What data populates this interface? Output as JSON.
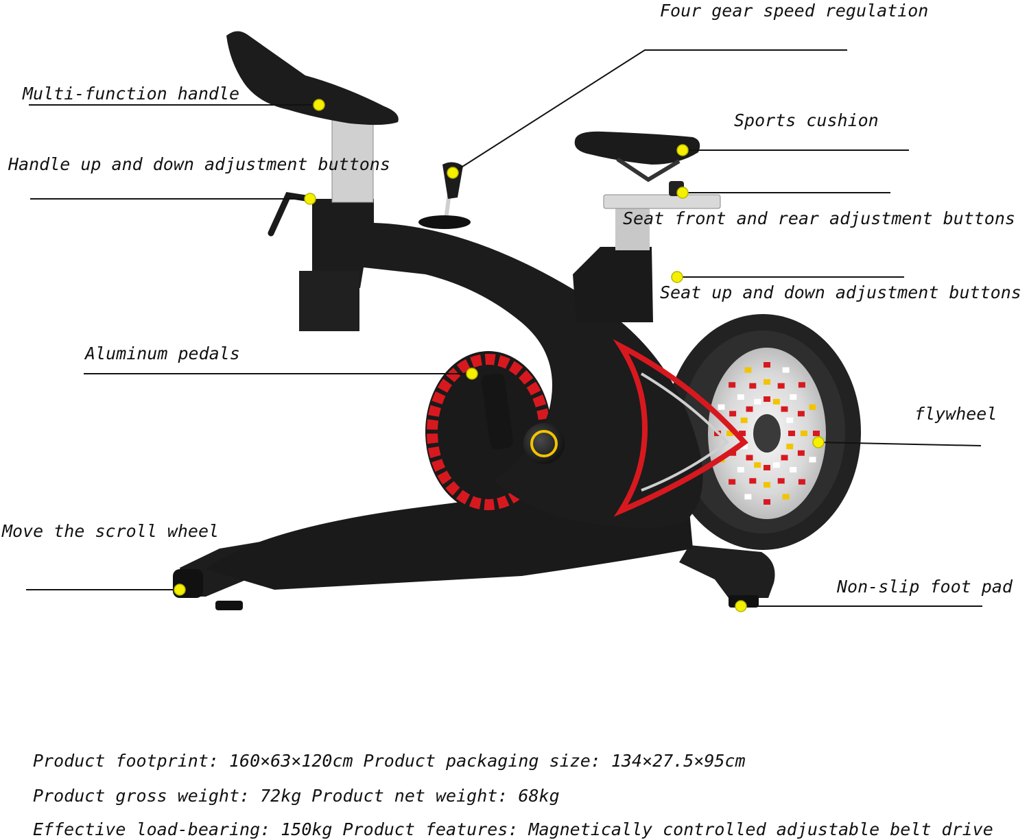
{
  "labels": {
    "four_gear": "Four gear speed regulation",
    "multi_function_handle": "Multi-function handle",
    "sports_cushion": "Sports cushion",
    "handle_adjust": "Handle up and down adjustment buttons",
    "seat_front_rear": "Seat front and rear adjustment buttons",
    "seat_up_down": "Seat up and down adjustment buttons",
    "aluminum_pedals": "Aluminum pedals",
    "flywheel": "flywheel",
    "scroll_wheel": "Move the scroll wheel",
    "foot_pad": "Non-slip foot pad"
  },
  "specs": [
    "Product footprint: 160×63×120cm Product packaging size: 134×27.5×95cm",
    "Product gross weight: 72kg Product net weight: 68kg",
    "Effective load-bearing: 150kg Product features: Magnetically controlled adjustable belt drive"
  ],
  "colors": {
    "frame": "#1c1c1c",
    "accent_red": "#d7191f",
    "marker_yellow": "#f4f000",
    "text": "#111111"
  }
}
